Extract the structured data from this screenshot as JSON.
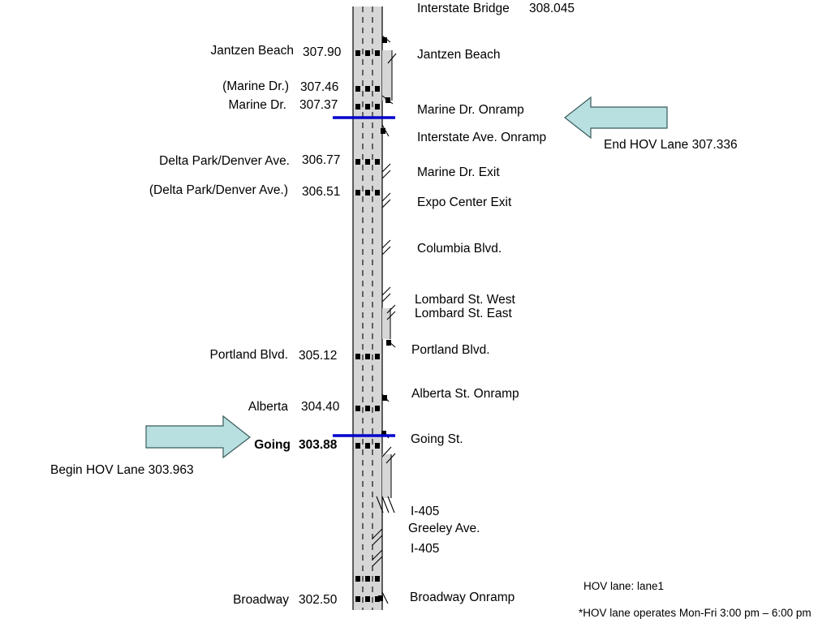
{
  "colors": {
    "roadway": "#d6d6d6",
    "lane_line": "#000000",
    "hov_marker": "#0000cc",
    "arrow_fill": "#b8e0e0",
    "arrow_stroke": "#3a5a5a",
    "detector": "#000000"
  },
  "top_label": {
    "name": "Interstate Bridge",
    "milepost": "308.045"
  },
  "stations": [
    {
      "name": "Jantzen Beach",
      "milepost": "307.90"
    },
    {
      "name": "(Marine Dr.)",
      "milepost": "307.46"
    },
    {
      "name": "Marine Dr.",
      "milepost": "307.37"
    },
    {
      "name": "Delta Park/Denver Ave.",
      "milepost": "306.77"
    },
    {
      "name": "(Delta Park/Denver Ave.)",
      "milepost": "306.51"
    },
    {
      "name": "Portland Blvd.",
      "milepost": "305.12"
    },
    {
      "name": "Alberta",
      "milepost": "304.40"
    },
    {
      "name": "Going",
      "milepost": "303.88"
    },
    {
      "name": "Broadway",
      "milepost": "302.50"
    }
  ],
  "ramps": [
    "Jantzen Beach",
    "Marine Dr. Onramp",
    "Interstate Ave. Onramp",
    "Marine Dr. Exit",
    "Expo Center Exit",
    "Columbia Blvd.",
    "Lombard St. West",
    "Lombard St. East",
    "Portland Blvd.",
    "Alberta St. Onramp",
    "Going St.",
    "I-405",
    "Greeley Ave.",
    "I-405",
    "Broadway Onramp"
  ],
  "hov": {
    "end_label": "End HOV Lane 307.336",
    "begin_label": "Begin HOV Lane 303.963",
    "lane_note": "HOV lane: lane1",
    "hours_note": "*HOV lane operates Mon-Fri 3:00 pm – 6:00 pm"
  }
}
